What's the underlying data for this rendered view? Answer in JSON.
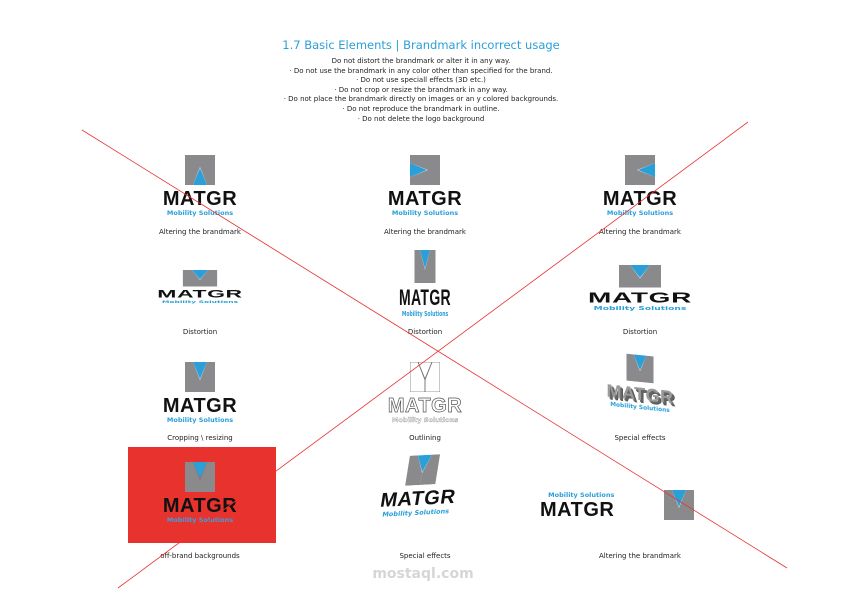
{
  "title": "1.7 Basic Elements | Brandmark incorrect usage",
  "rules": [
    "Do not distort the brandmark or alter it in any way.",
    "· Do not use the brandmark in any color other than specified for the brand.",
    "· Do not use speciall effects (3D etc.)",
    "· Do not crop or resize the brandmark in any way.",
    "· Do not place the brandmark directly on images or an y colored backgrounds.",
    "· Do not reproduce the brandmark in outline.",
    "· Do not delete the logo background"
  ],
  "logo": {
    "word": "MATGR",
    "tagline": "Mobility Solutions"
  },
  "captions": [
    "Altering the brandmark",
    "Altering the brandmark",
    "Altering the brandmark",
    "Distortion",
    "Distortion",
    "Distortion",
    "Cropping \\ resizing",
    "Outlining",
    "Special effects",
    "off-brand backgrounds",
    "Special effects",
    "Altering the brandmark"
  ],
  "colors": {
    "blue": "#2a9fd8",
    "gray": "#8a8a8c",
    "red": "#e8322e"
  },
  "watermark": "mostaql.com"
}
